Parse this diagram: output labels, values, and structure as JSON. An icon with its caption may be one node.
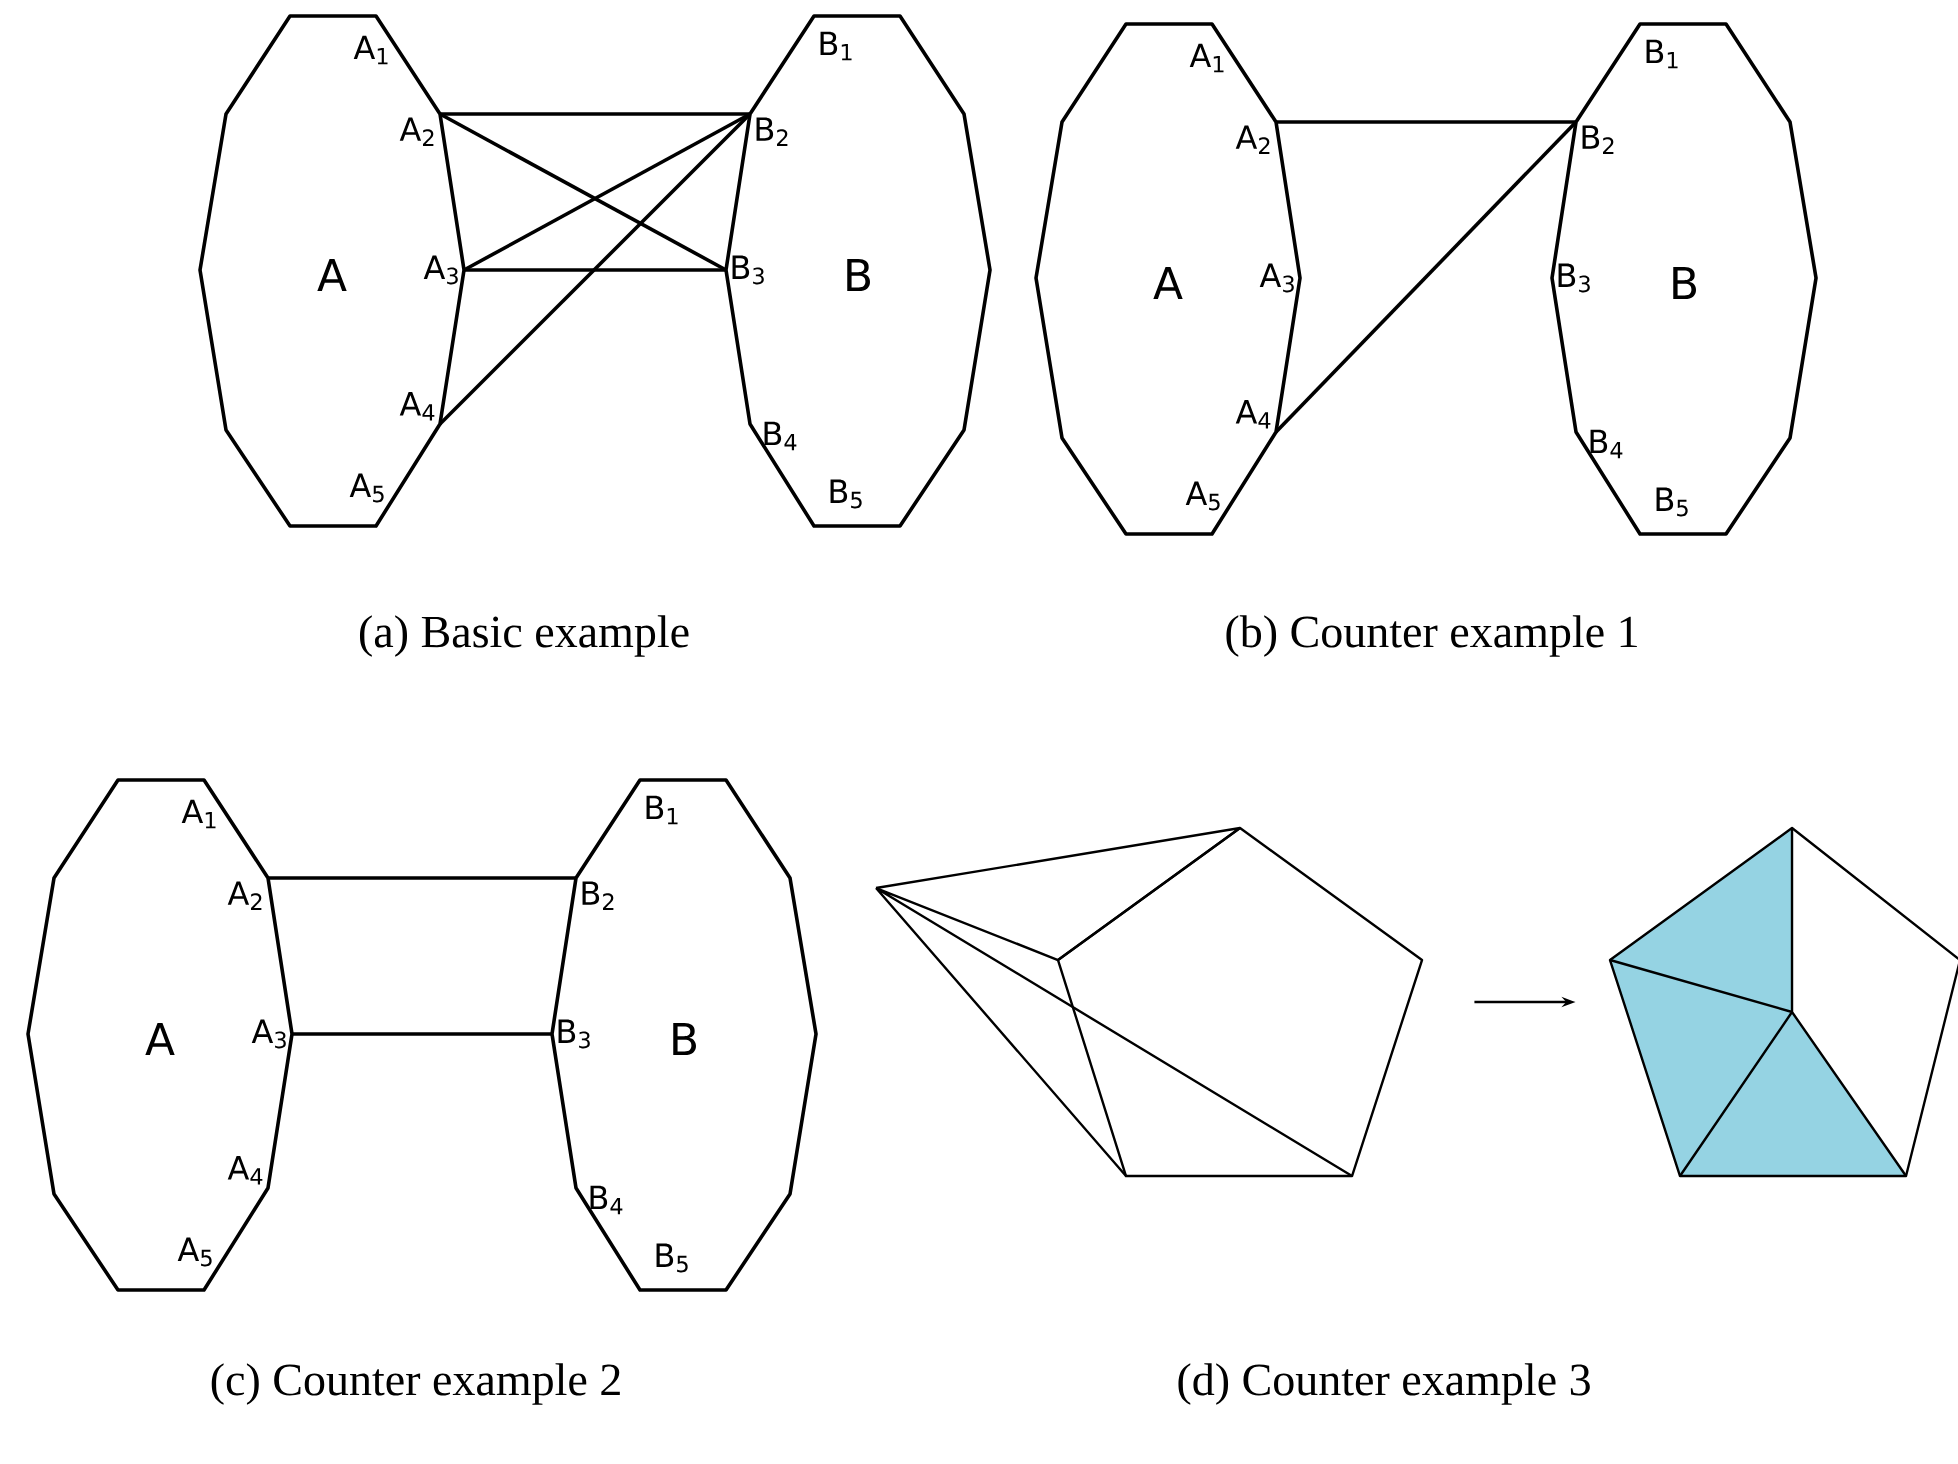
{
  "diagram": {
    "nodes": [
      {
        "text": [
          "A"
        ]
      },
      {
        "text": [
          "A$_{1}$"
        ],
        "in": 0
      },
      {
        "text": [
          "A$_{2}$"
        ],
        "in": 0
      },
      {
        "text": [
          "A$_{3}$"
        ],
        "in": 0
      },
      {
        "text": [
          "A$_{4}$"
        ],
        "in": 0
      },
      {
        "text": [
          "A$_{5}$"
        ],
        "in": 0
      },
      {
        "text": [
          "B"
        ]
      },
      {
        "text": [
          "B$_{1}$"
        ],
        "in": 6
      },
      {
        "text": [
          "B$_{2}$"
        ],
        "in": 6
      },
      {
        "text": [
          "B$_{3}$"
        ],
        "in": 6
      },
      {
        "text": [
          "B$_{4}$"
        ],
        "in": 6
      },
      {
        "text": [
          "B$_{5}$"
        ],
        "in": 6
      },
      {
        "text": [
          "A"
        ]
      },
      {
        "text": [
          "A$_{1}$"
        ],
        "in": 12
      },
      {
        "text": [
          "A$_{2}$"
        ],
        "in": 12
      },
      {
        "text": [
          "A$_{3}$"
        ],
        "in": 12
      },
      {
        "text": [
          "A$_{4}$"
        ],
        "in": 12
      },
      {
        "text": [
          "A$_{5}$"
        ],
        "in": 12
      },
      {
        "text": [
          "B"
        ]
      },
      {
        "text": [
          "B$_{1}$"
        ],
        "in": 18
      },
      {
        "text": [
          "B$_{2}$"
        ],
        "in": 18
      },
      {
        "text": [
          "B$_{3}$"
        ],
        "in": 18
      },
      {
        "text": [
          "B$_{4}$"
        ],
        "in": 18
      },
      {
        "text": [
          "B$_{5}$"
        ],
        "in": 18
      },
      {
        "text": [
          "A"
        ]
      },
      {
        "text": [
          "A$_{1}$"
        ],
        "in": 24
      },
      {
        "text": [
          "A$_{2}$"
        ],
        "in": 24
      },
      {
        "text": [
          "A$_{3}$"
        ],
        "in": 24
      },
      {
        "text": [
          "A$_{4}$"
        ],
        "in": 24
      },
      {
        "text": [
          "A$_{5}$"
        ],
        "in": 24
      },
      {
        "text": [
          "B"
        ]
      },
      {
        "text": [
          "B$_{1}$"
        ],
        "in": 30
      },
      {
        "text": [
          "B$_{2}$"
        ],
        "in": 30
      },
      {
        "text": [
          "B$_{3}$"
        ],
        "in": 30
      },
      {
        "text": [
          "B$_{4}$"
        ],
        "in": 30
      },
      {
        "text": [
          "B$_{5}$"
        ],
        "in": 30
      },
      {
        "text": [],
        "shape": "picture"
      },
      {
        "text": [],
        "shape": "picture"
      }
    ],
    "edges": [
      {
        "from": 2,
        "to": 8,
        "arrow": "none"
      },
      {
        "from": 2,
        "to": 9,
        "arrow": "none"
      },
      {
        "from": 3,
        "to": 8,
        "arrow": "none"
      },
      {
        "from": 3,
        "to": 9,
        "arrow": "none"
      },
      {
        "from": 4,
        "to": 8,
        "arrow": "none"
      },
      {
        "from": 14,
        "to": 20,
        "arrow": "none"
      },
      {
        "from": 16,
        "to": 20,
        "arrow": "none"
      },
      {
        "from": 26,
        "to": 32,
        "arrow": "none"
      },
      {
        "from": 27,
        "to": 33,
        "arrow": "none"
      },
      {
        "from": 36,
        "to": 37,
        "arrow": "to"
      }
    ],
    "labels": [
      "(a) Basic example",
      "(b) Counter example 1",
      "(c) Counter example 2",
      "(d) Counter example 3"
    ]
  }
}
